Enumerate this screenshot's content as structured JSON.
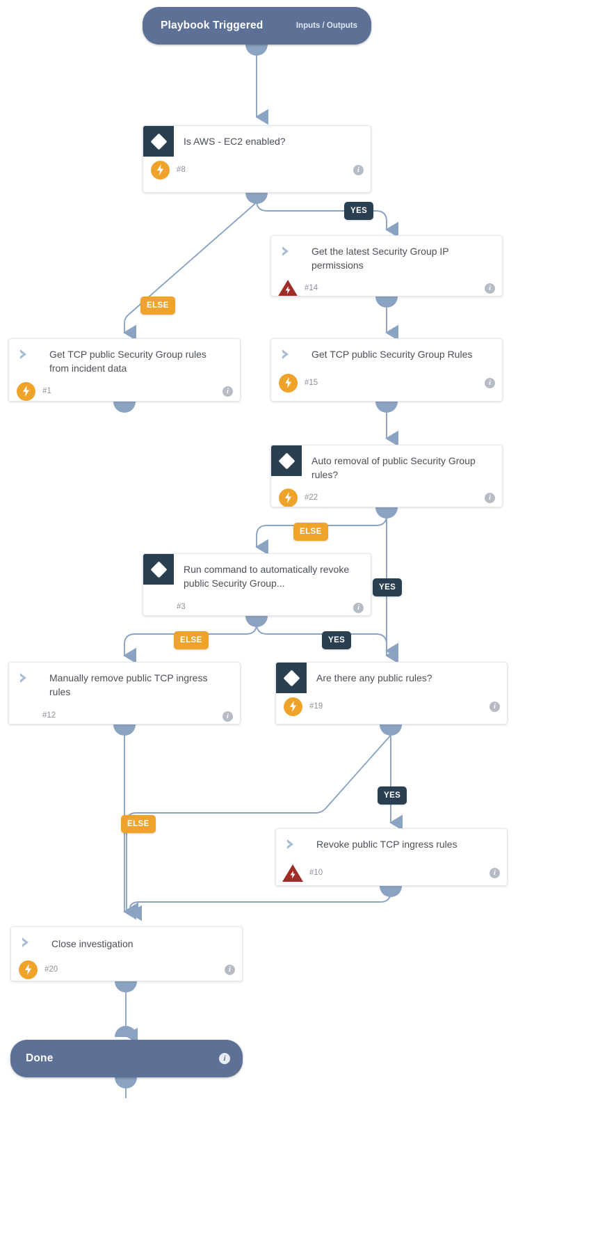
{
  "theme": {
    "connector_color": "#8ba3c2",
    "terminal_fill": "#5d7096",
    "condition_icon_fill": "#2b3f52",
    "bolt_circle_color": "#f0a32a",
    "bolt_triangle_color": "#a02c28",
    "yes_label_color": "#2b3f52",
    "else_label_color": "#f0a32a",
    "card_background": "#ffffff",
    "page_background": "#ffffff"
  },
  "start": {
    "title": "Playbook Triggered",
    "meta": "Inputs / Outputs"
  },
  "end": {
    "title": "Done",
    "info_icon": "info-icon"
  },
  "nodes": [
    {
      "id": "n8",
      "kind": "condition",
      "title": "Is AWS - EC2 enabled?",
      "number": "#8",
      "status_icon": "bolt-circle-icon",
      "info_icon": "info-icon"
    },
    {
      "id": "n14",
      "kind": "task",
      "title": "Get the latest Security Group IP permissions",
      "number": "#14",
      "status_icon": "bolt-triangle-icon",
      "info_icon": "info-icon"
    },
    {
      "id": "n1",
      "kind": "task",
      "title": "Get TCP public Security Group rules from incident data",
      "number": "#1",
      "status_icon": "bolt-circle-icon",
      "info_icon": "info-icon"
    },
    {
      "id": "n15",
      "kind": "task",
      "title": "Get TCP public Security Group Rules",
      "number": "#15",
      "status_icon": "bolt-circle-icon",
      "info_icon": "info-icon"
    },
    {
      "id": "n22",
      "kind": "condition",
      "title": "Auto removal of public Security Group rules?",
      "number": "#22",
      "status_icon": "bolt-circle-icon",
      "info_icon": "info-icon"
    },
    {
      "id": "n3",
      "kind": "condition",
      "title": "Run command to automatically revoke public Security Group...",
      "number": "#3",
      "status_icon": "none",
      "info_icon": "info-icon"
    },
    {
      "id": "n12",
      "kind": "task",
      "title": "Manually remove public TCP ingress rules",
      "number": "#12",
      "status_icon": "none",
      "info_icon": "info-icon"
    },
    {
      "id": "n19",
      "kind": "condition",
      "title": "Are there any public rules?",
      "number": "#19",
      "status_icon": "bolt-circle-icon",
      "info_icon": "info-icon"
    },
    {
      "id": "n10",
      "kind": "task",
      "title": "Revoke public TCP ingress rules",
      "number": "#10",
      "status_icon": "bolt-triangle-icon",
      "info_icon": "info-icon"
    },
    {
      "id": "n20",
      "kind": "task",
      "title": "Close investigation",
      "number": "#20",
      "status_icon": "bolt-circle-icon",
      "info_icon": "info-icon"
    }
  ],
  "edge_labels": [
    {
      "id": "l1",
      "text": "YES",
      "type": "yes"
    },
    {
      "id": "l2",
      "text": "ELSE",
      "type": "else"
    },
    {
      "id": "l3",
      "text": "ELSE",
      "type": "else"
    },
    {
      "id": "l4",
      "text": "YES",
      "type": "yes"
    },
    {
      "id": "l5",
      "text": "ELSE",
      "type": "else"
    },
    {
      "id": "l6",
      "text": "YES",
      "type": "yes"
    },
    {
      "id": "l7",
      "text": "YES",
      "type": "yes"
    },
    {
      "id": "l8",
      "text": "ELSE",
      "type": "else"
    }
  ]
}
